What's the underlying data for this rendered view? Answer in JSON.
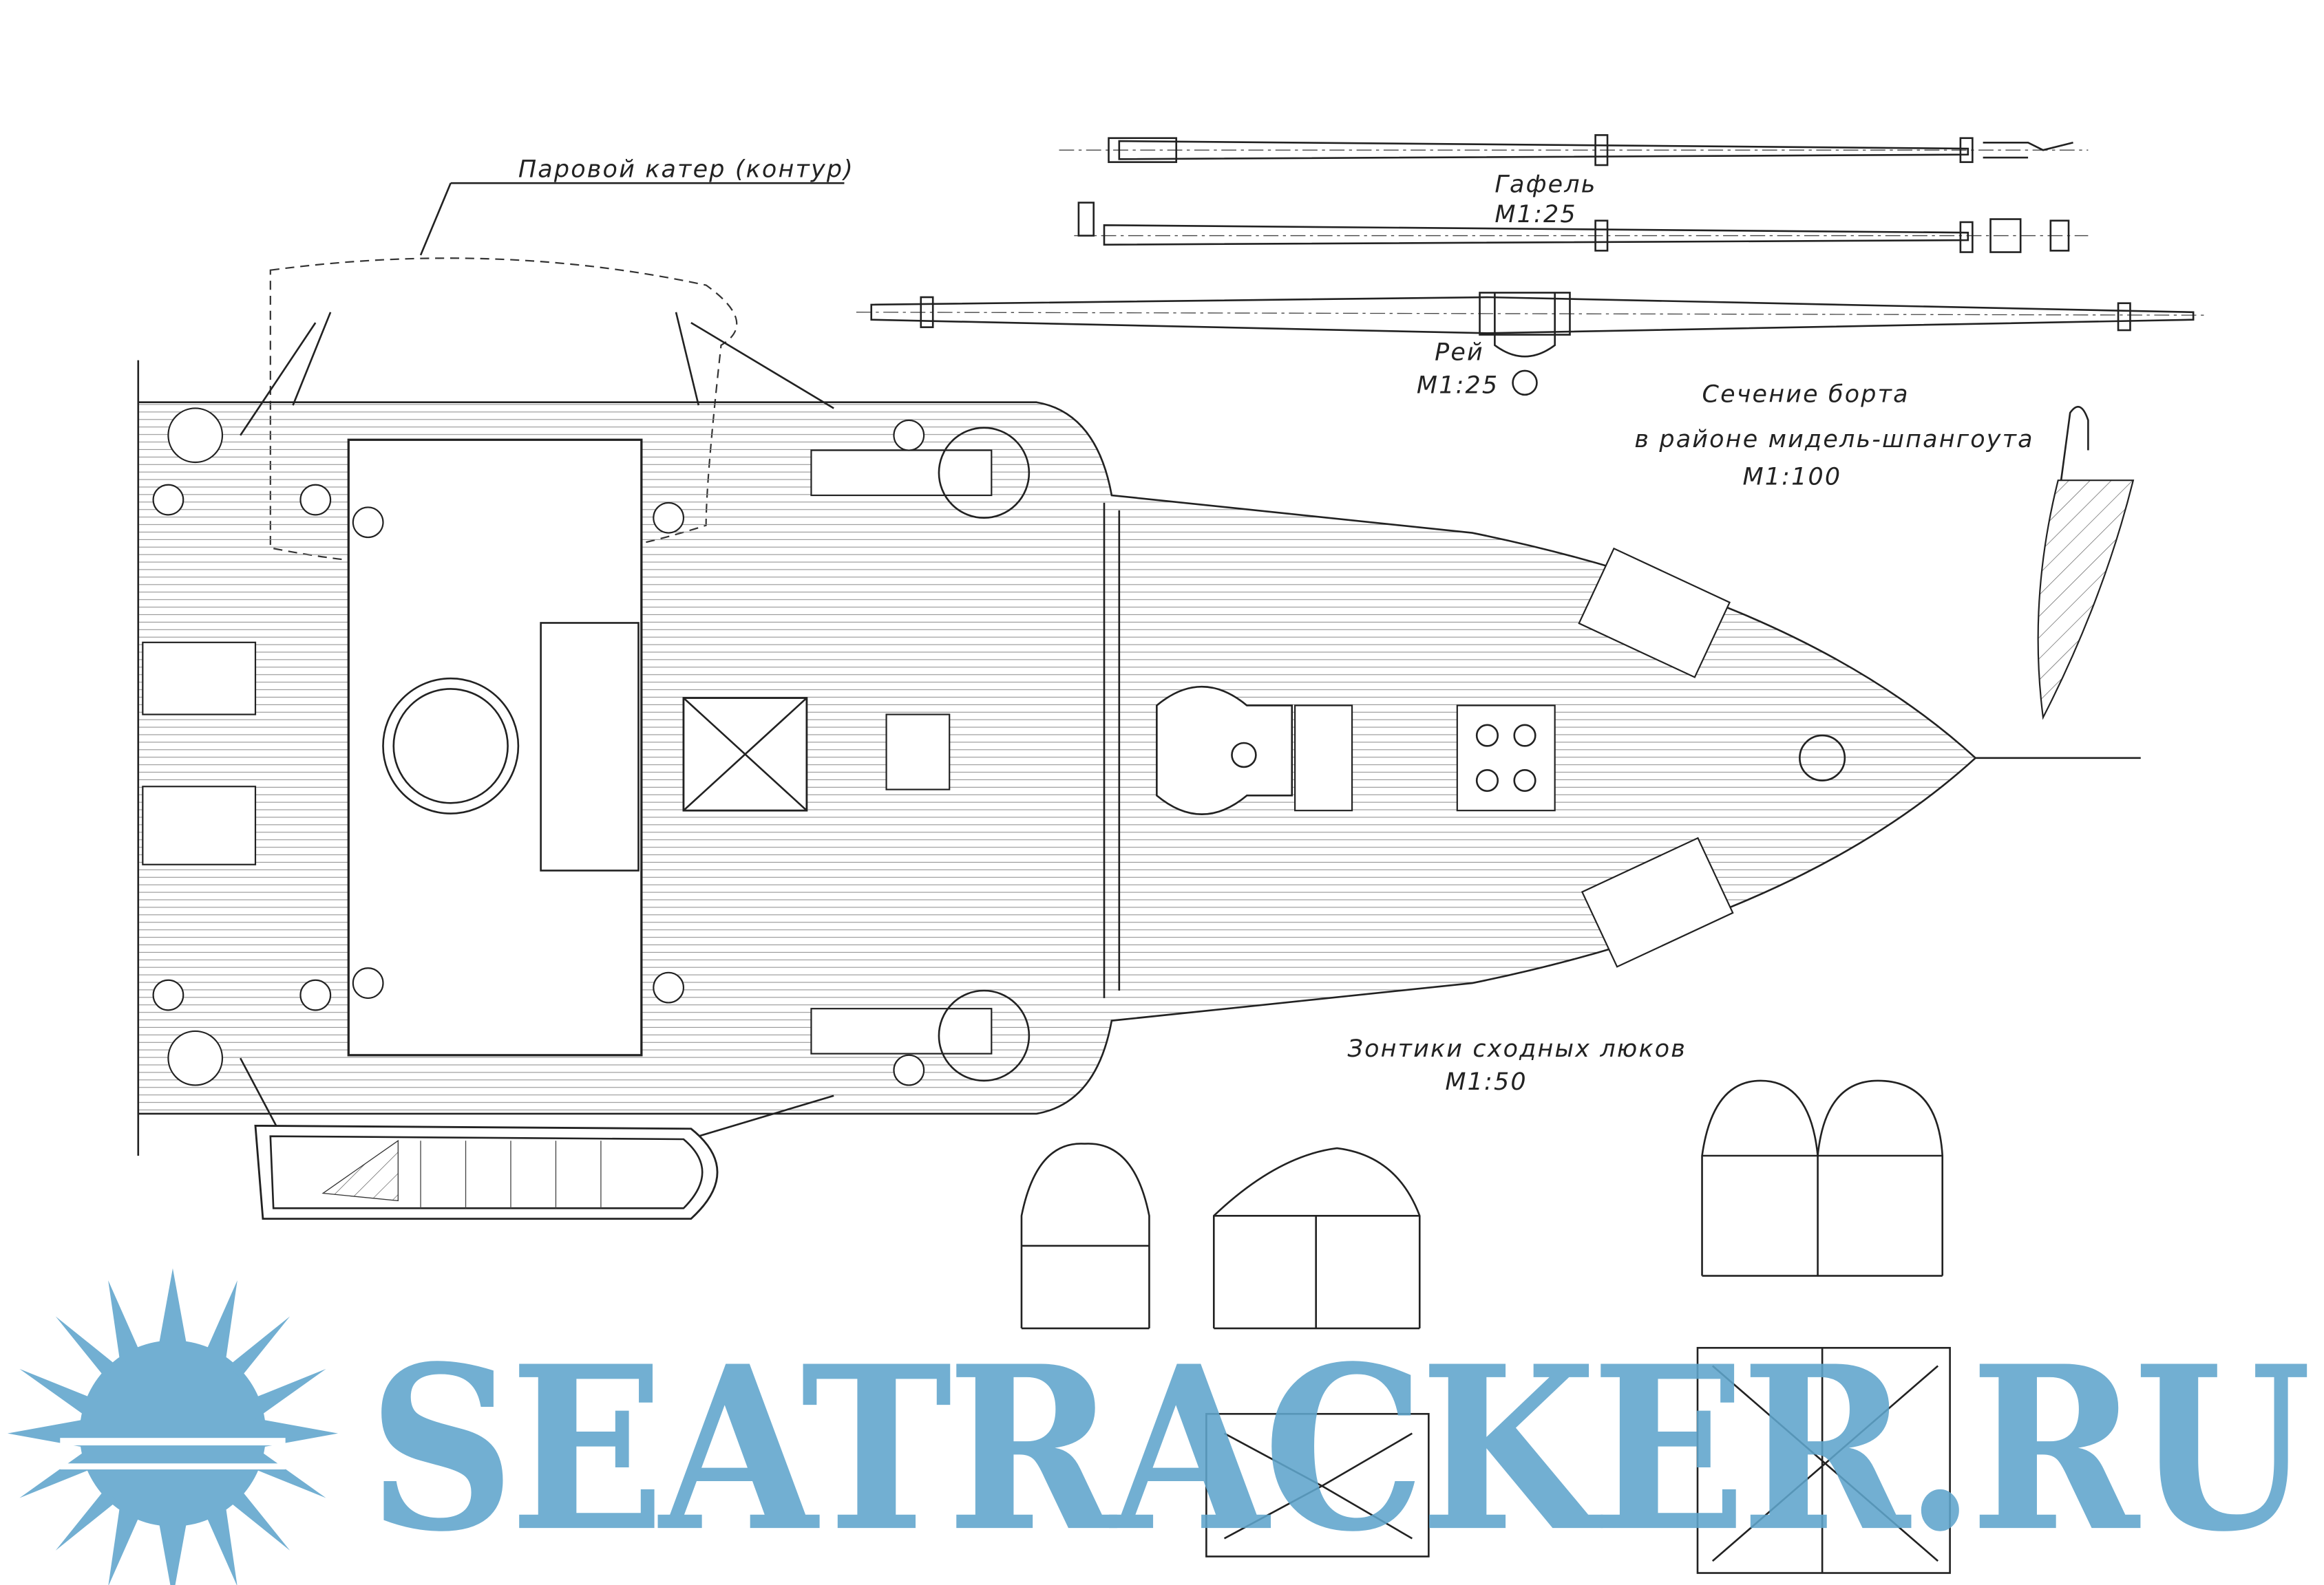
{
  "drawing": {
    "steam_boat_label": "Паровой катер (контур)",
    "gaff": {
      "title": "Гафель",
      "scale": "M1:25"
    },
    "yard": {
      "title": "Рей",
      "scale": "M1:25"
    },
    "side_section": {
      "title_line1": "Сечение борта",
      "title_line2": "в районе мидель-шпангоута",
      "scale": "M1:100"
    },
    "hatch_umbrellas": {
      "title": "Зонтики сходных люков",
      "scale": "M1:50"
    }
  },
  "watermark": {
    "text": "SEATRACKER.RU",
    "color": "#5fa5cc"
  }
}
